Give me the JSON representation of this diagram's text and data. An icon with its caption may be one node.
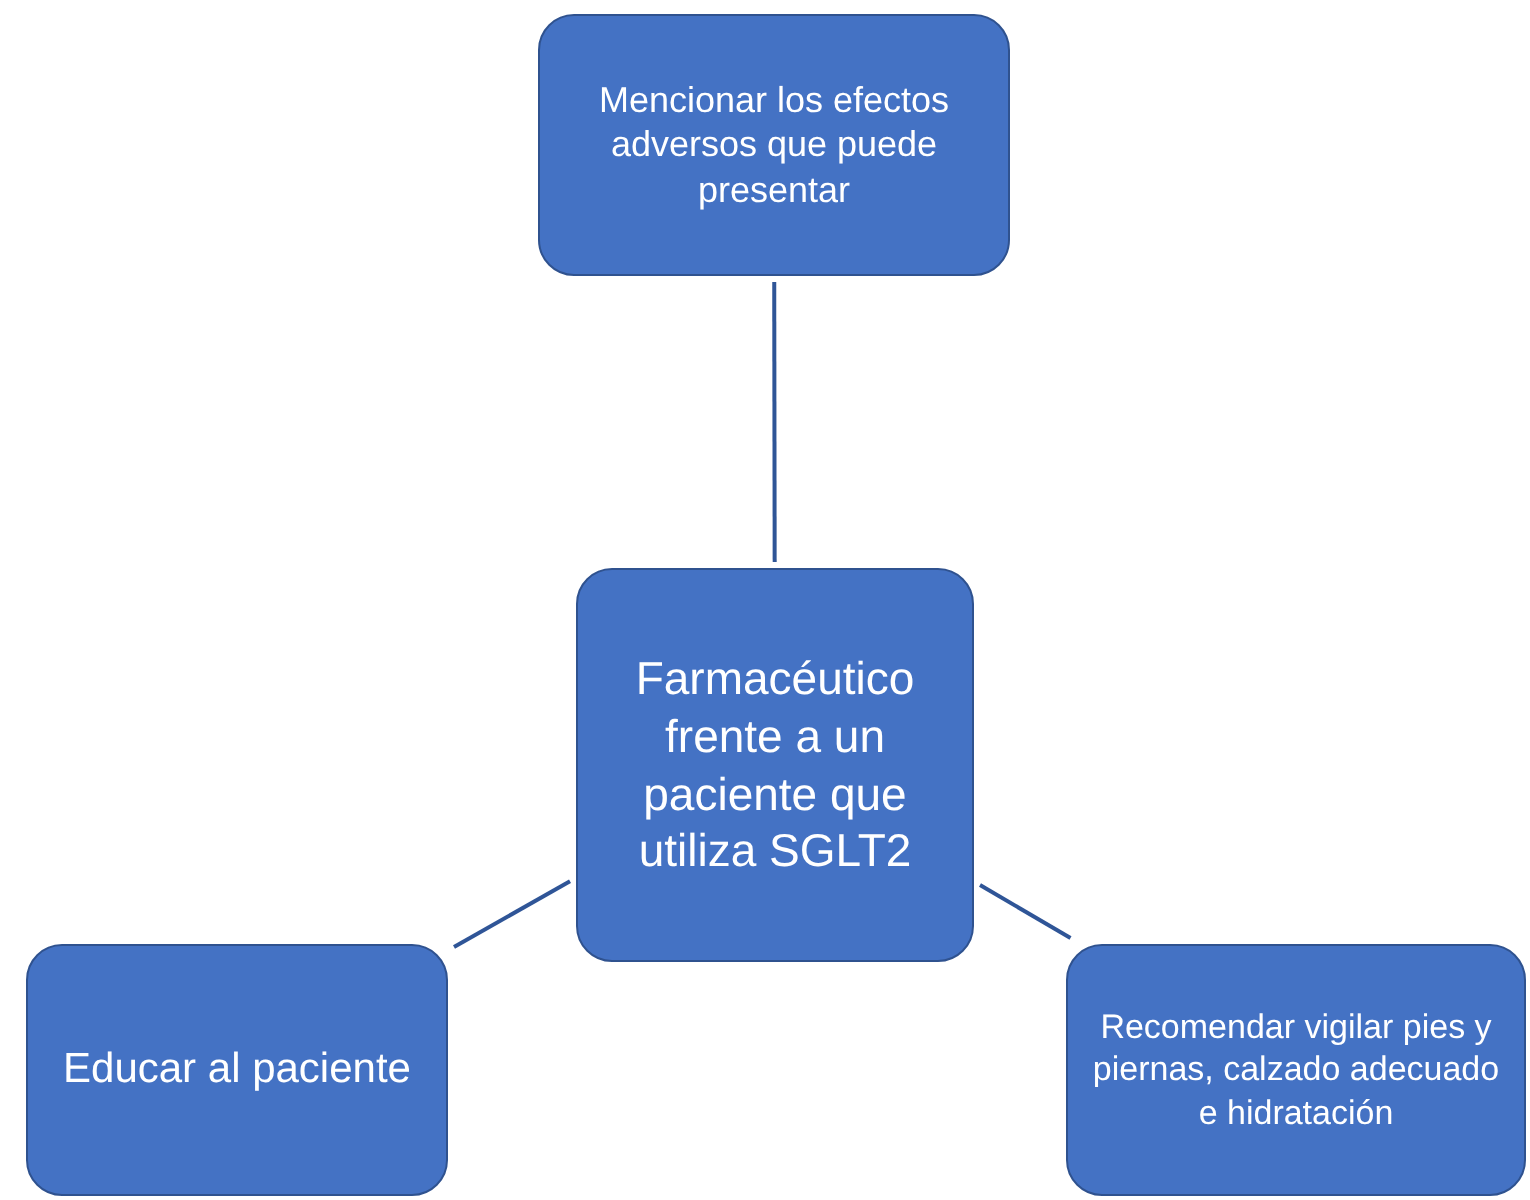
{
  "diagram": {
    "nodes": [
      {
        "text": [
          "Farmacéutico frente a un paciente que utiliza SGLT2"
        ]
      },
      {
        "text": [
          "Mencionar los efectos adversos que puede presentar"
        ]
      },
      {
        "text": [
          "Educar al paciente"
        ]
      },
      {
        "text": [
          "Recomendar vigilar pies y piernas, calzado adecuado e hidratación"
        ]
      }
    ],
    "edges": [
      {
        "from": 0,
        "to": 1,
        "arrow": "none"
      },
      {
        "from": 0,
        "to": 2,
        "arrow": "none"
      },
      {
        "from": 0,
        "to": 3,
        "arrow": "none"
      }
    ]
  }
}
